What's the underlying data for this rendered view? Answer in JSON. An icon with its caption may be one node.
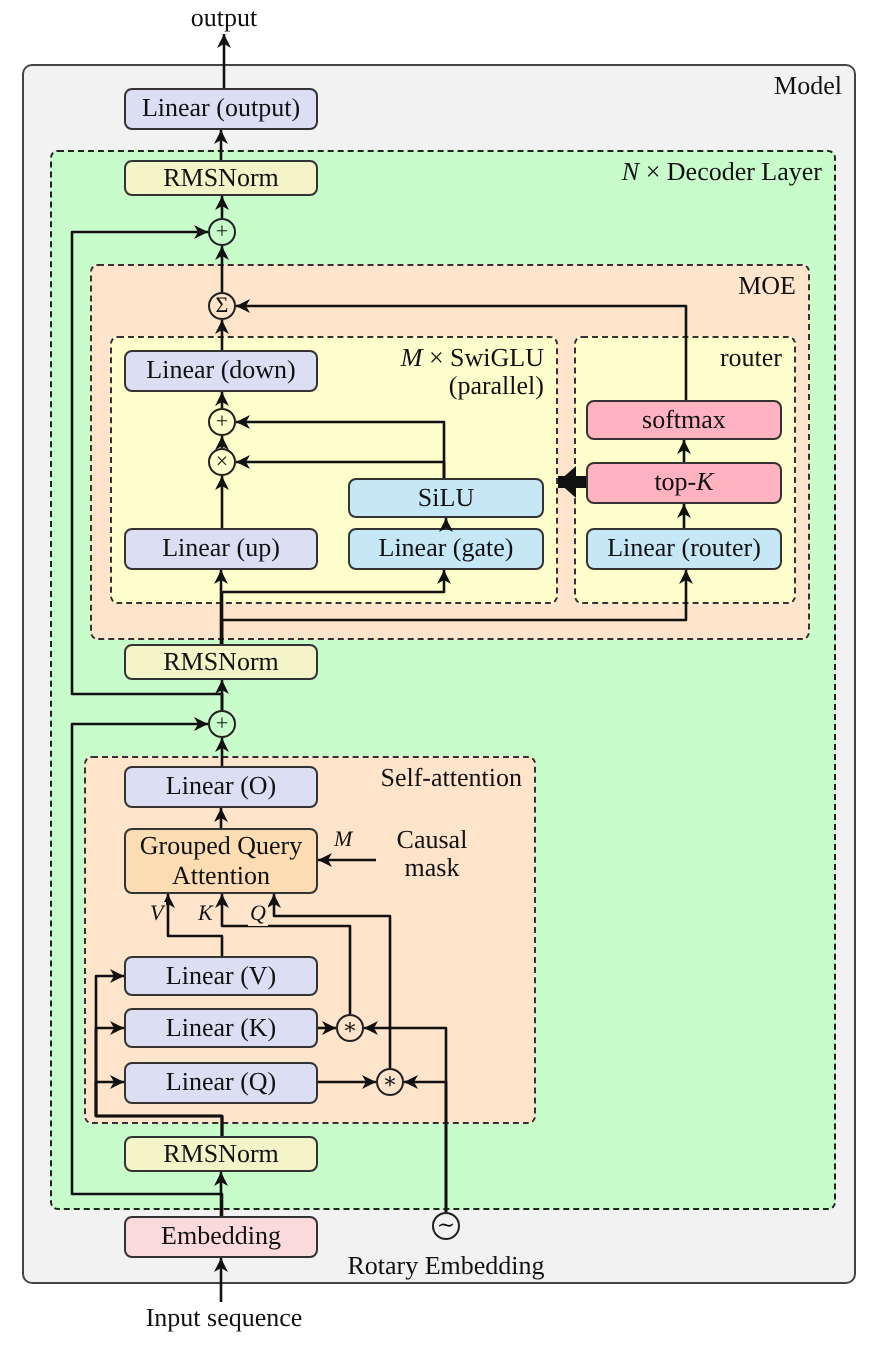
{
  "diagram": {
    "nodes": [
      {
        "text": [
          "Model"
        ]
      },
      {
        "text": [
          "output"
        ]
      },
      {
        "text": [
          "Linear (output)"
        ],
        "in": 0
      },
      {
        "text": [
          "*N* × Decoder Layer"
        ],
        "in": 0
      },
      {
        "text": [
          "RMSNorm"
        ],
        "in": 3
      },
      {
        "text": [
          "+"
        ],
        "in": 3
      },
      {
        "text": [
          "MOE"
        ],
        "in": 3
      },
      {
        "text": [
          "Σ"
        ],
        "in": 6
      },
      {
        "text": [
          "*M* × SwiGLU (parallel)"
        ],
        "in": 6
      },
      {
        "text": [
          "Linear (down)"
        ],
        "in": 8
      },
      {
        "text": [
          "+"
        ],
        "in": 8
      },
      {
        "text": [
          "×"
        ],
        "in": 8
      },
      {
        "text": [
          "SiLU"
        ],
        "in": 8
      },
      {
        "text": [
          "Linear (up)"
        ],
        "in": 8
      },
      {
        "text": [
          "Linear (gate)"
        ],
        "in": 8
      },
      {
        "text": [
          "router"
        ],
        "in": 6
      },
      {
        "text": [
          "softmax"
        ],
        "in": 15
      },
      {
        "text": [
          "top-*K*"
        ],
        "in": 15
      },
      {
        "text": [
          "Linear (router)"
        ],
        "in": 15
      },
      {
        "text": [
          "RMSNorm"
        ],
        "in": 3
      },
      {
        "text": [
          "+"
        ],
        "in": 3
      },
      {
        "text": [
          "Self-attention"
        ],
        "in": 3
      },
      {
        "text": [
          "Linear (O)"
        ],
        "in": 21
      },
      {
        "text": [
          "Grouped Query Attention"
        ],
        "in": 21
      },
      {
        "text": [
          "Causal mask"
        ],
        "in": 21
      },
      {
        "text": [
          "Linear (V)"
        ],
        "in": 21
      },
      {
        "text": [
          "Linear (K)"
        ],
        "in": 21
      },
      {
        "text": [
          "Linear (Q)"
        ],
        "in": 21
      },
      {
        "text": [
          "∗"
        ],
        "in": 21
      },
      {
        "text": [
          "∗"
        ],
        "in": 21
      },
      {
        "text": [
          "RMSNorm"
        ],
        "in": 3
      },
      {
        "text": [
          "Embedding"
        ],
        "in": 0
      },
      {
        "text": [
          "∼"
        ],
        "in": 0,
        "beside": [
          "Rotary Embedding"
        ]
      },
      {
        "text": [
          "Input sequence"
        ]
      }
    ],
    "edges": [
      {
        "from": 2,
        "to": 1,
        "arrow": "to"
      },
      {
        "from": 4,
        "to": 2,
        "arrow": "to"
      },
      {
        "from": 5,
        "to": 4,
        "arrow": "to"
      },
      {
        "from": 7,
        "to": 5,
        "arrow": "to"
      },
      {
        "from": 20,
        "to": 5,
        "arrow": "to"
      },
      {
        "from": 19,
        "to": 13,
        "arrow": "to"
      },
      {
        "from": 19,
        "to": 14,
        "arrow": "to"
      },
      {
        "from": 19,
        "to": 18,
        "arrow": "to"
      },
      {
        "from": 13,
        "to": 11,
        "arrow": "to"
      },
      {
        "from": 11,
        "to": 10,
        "arrow": "to"
      },
      {
        "from": 10,
        "to": 9,
        "arrow": "to"
      },
      {
        "from": 9,
        "to": 7,
        "arrow": "to"
      },
      {
        "from": 12,
        "to": 11,
        "arrow": "to"
      },
      {
        "from": 12,
        "to": 10,
        "arrow": "to"
      },
      {
        "from": 14,
        "to": 12,
        "arrow": "to"
      },
      {
        "from": 18,
        "to": 17,
        "arrow": "to"
      },
      {
        "from": 17,
        "to": 16,
        "arrow": "to"
      },
      {
        "from": 16,
        "to": 7,
        "arrow": "to"
      },
      {
        "from": 17,
        "to": 8,
        "arrow": "to",
        "style": "thick"
      },
      {
        "from": 20,
        "to": 19,
        "arrow": "to"
      },
      {
        "from": 22,
        "to": 20,
        "arrow": "to"
      },
      {
        "from": 23,
        "to": 22,
        "arrow": "to"
      },
      {
        "from": 24,
        "to": 23,
        "arrow": "to",
        "label": "*M*"
      },
      {
        "from": 25,
        "to": 23,
        "arrow": "to",
        "label": "*V*"
      },
      {
        "from": 28,
        "to": 23,
        "arrow": "to",
        "label": "*K*"
      },
      {
        "from": 29,
        "to": 23,
        "arrow": "to",
        "label": "*Q*"
      },
      {
        "from": 26,
        "to": 28,
        "arrow": "to"
      },
      {
        "from": 27,
        "to": 29,
        "arrow": "to"
      },
      {
        "from": 32,
        "to": 28,
        "arrow": "to"
      },
      {
        "from": 32,
        "to": 29,
        "arrow": "to"
      },
      {
        "from": 30,
        "to": 25,
        "arrow": "to"
      },
      {
        "from": 30,
        "to": 26,
        "arrow": "to"
      },
      {
        "from": 30,
        "to": 27,
        "arrow": "to"
      },
      {
        "from": 31,
        "to": 30,
        "arrow": "to"
      },
      {
        "from": 31,
        "to": 20,
        "arrow": "to"
      },
      {
        "from": 33,
        "to": 31,
        "arrow": "to"
      }
    ]
  }
}
